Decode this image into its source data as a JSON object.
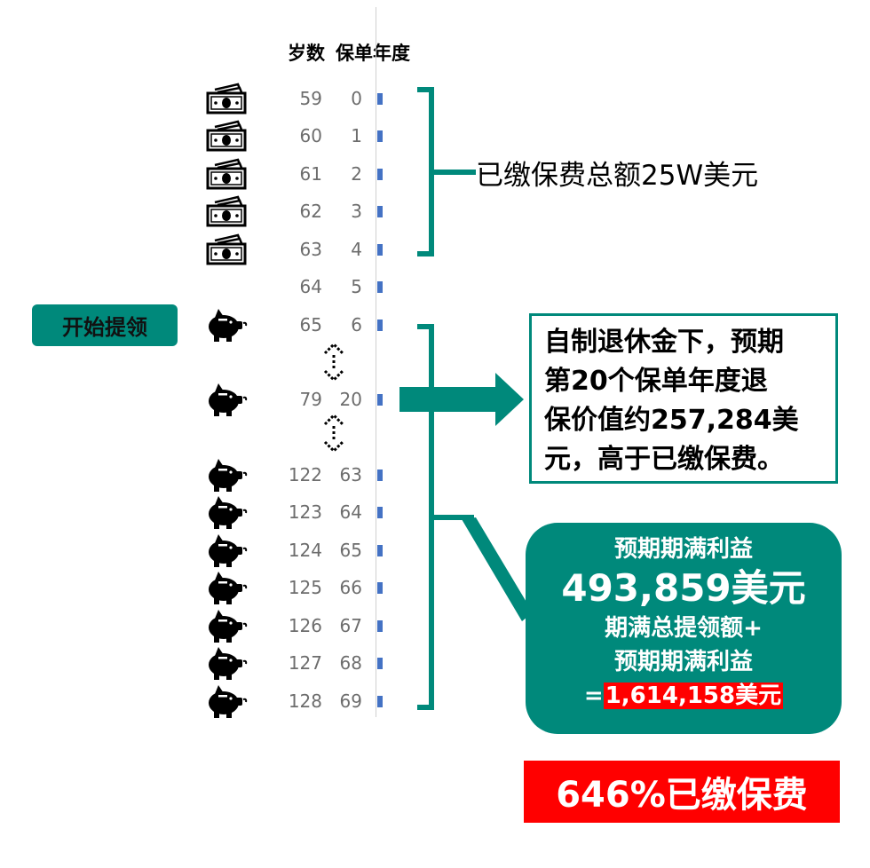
{
  "header": {
    "age_label": "岁数",
    "year_label": "保单年度"
  },
  "rows": [
    {
      "age": "59",
      "year": "0",
      "icon": "money-icon"
    },
    {
      "age": "60",
      "year": "1",
      "icon": "money-icon"
    },
    {
      "age": "61",
      "year": "2",
      "icon": "money-icon"
    },
    {
      "age": "62",
      "year": "3",
      "icon": "money-icon"
    },
    {
      "age": "63",
      "year": "4",
      "icon": "money-icon"
    },
    {
      "age": "64",
      "year": "5",
      "icon": ""
    },
    {
      "age": "65",
      "year": "6",
      "icon": "piggy-bank-icon"
    },
    {
      "age": "79",
      "year": "20",
      "icon": "piggy-bank-icon"
    },
    {
      "age": "122",
      "year": "63",
      "icon": "piggy-bank-icon"
    },
    {
      "age": "123",
      "year": "64",
      "icon": "piggy-bank-icon"
    },
    {
      "age": "124",
      "year": "65",
      "icon": "piggy-bank-icon"
    },
    {
      "age": "125",
      "year": "66",
      "icon": "piggy-bank-icon"
    },
    {
      "age": "126",
      "year": "67",
      "icon": "piggy-bank-icon"
    },
    {
      "age": "127",
      "year": "68",
      "icon": "piggy-bank-icon"
    },
    {
      "age": "128",
      "year": "69",
      "icon": "piggy-bank-icon"
    }
  ],
  "start_withdraw_label": "开始提领",
  "paid_premium_label": "已缴保费总额25W美元",
  "surrender_box": {
    "lines": [
      "自制退休金下，预期",
      "第20个保单年度退",
      "保价值约257,284美",
      "元，高于已缴保费。"
    ]
  },
  "maturity_box": {
    "line1": "预期期满利益",
    "line2": "493,859美元",
    "line3": "期满总提领额+",
    "line4": "预期期满利益",
    "equals": "=",
    "total": "1,614,158美元"
  },
  "percent_badge": "646%已缴保费",
  "colors": {
    "teal": "#00897b",
    "red": "#ff0000",
    "bar_blue": "#4472c4"
  }
}
